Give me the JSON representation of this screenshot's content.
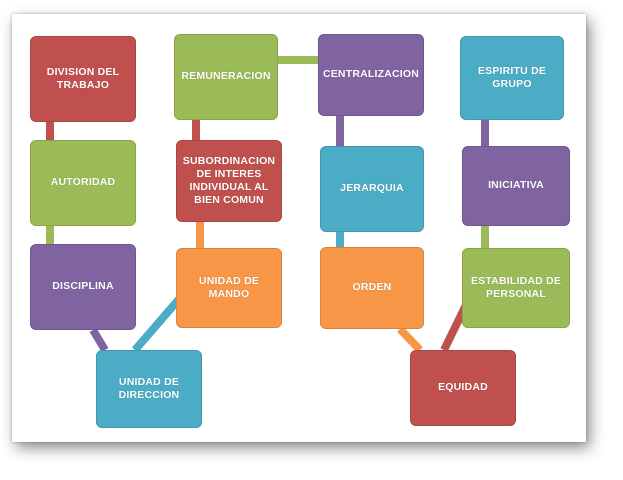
{
  "colors": {
    "red": "#c0504d",
    "green": "#9bbb59",
    "purple": "#8064a2",
    "blue": "#4bacc6",
    "orange": "#f79646"
  },
  "boxes": {
    "division_trabajo": "DIVISION DEL\nTRABAJO",
    "autoridad": "AUTORIDAD",
    "disciplina": "DISCIPLINA",
    "unidad_direccion": "UNIDAD DE\nDIRECCION",
    "remuneracion": "REMUNERACION",
    "subordinacion": "SUBORDINACION\nDE INTERES\nINDIVIDUAL AL\nBIEN COMUN",
    "unidad_mando": "UNIDAD DE\nMANDO",
    "centralizacion": "CENTRALIZACION",
    "jerarquia": "JERARQUIA",
    "orden": "ORDEN",
    "equidad": "EQUIDAD",
    "espiritu_grupo": "ESPIRITU DE\nGRUPO",
    "iniciativa": "INICIATIVA",
    "estabilidad_personal": "ESTABILIDAD DE\nPERSONAL"
  }
}
